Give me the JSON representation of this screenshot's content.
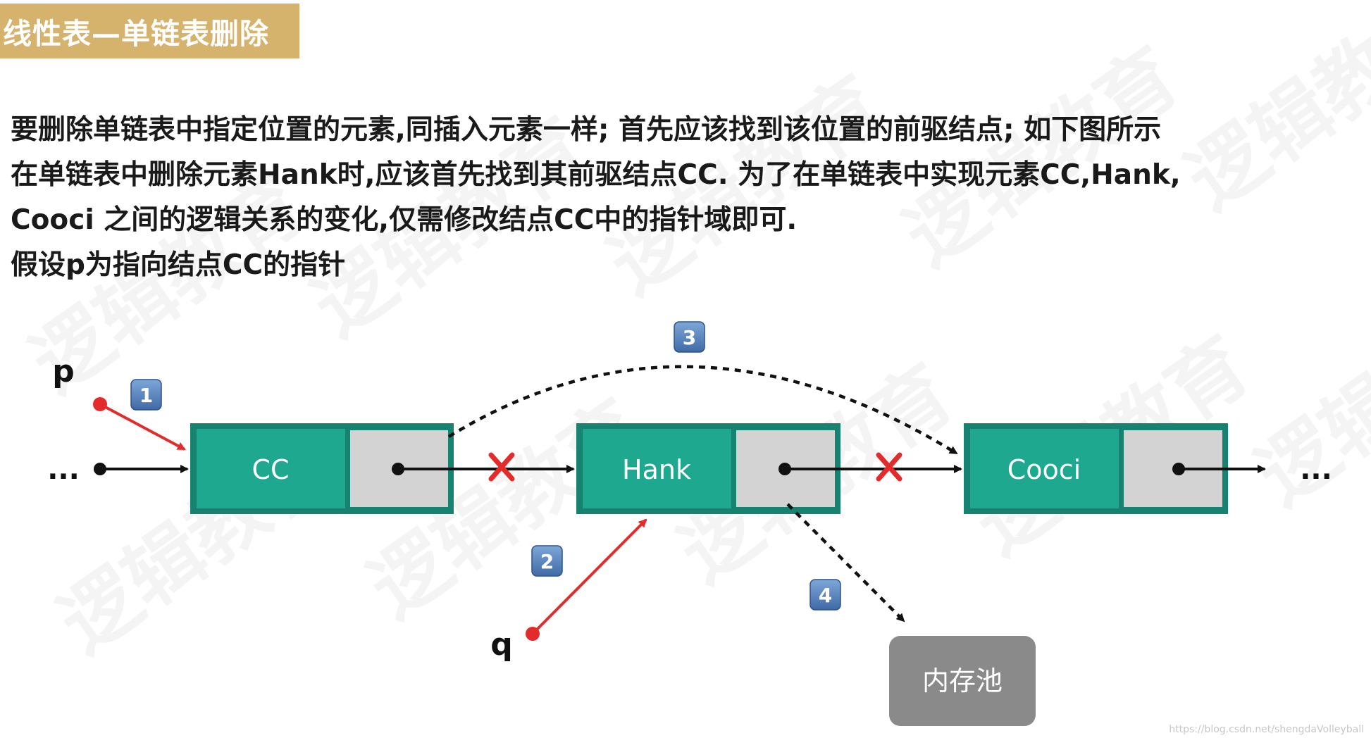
{
  "title": "线性表—单链表删除",
  "paragraph": [
    "要删除单链表中指定位置的元素,同插入元素一样; 首先应该找到该位置的前驱结点; 如下图所示",
    "在单链表中删除元素Hank时,应该首先找到其前驱结点CC. 为了在单链表中实现元素CC,Hank,",
    "Cooci 之间的逻辑关系的变化,仅需修改结点CC中的指针域即可.",
    "假设p为指向结点CC的指针"
  ],
  "diagram": {
    "nodes": [
      "CC",
      "Hank",
      "Cooci"
    ],
    "pointer_p": "p",
    "pointer_q": "q",
    "memory_pool": "内存池",
    "ellipsis_left": "...",
    "ellipsis_right": "...",
    "steps": [
      "1",
      "2",
      "3",
      "4"
    ]
  },
  "watermark_text": "逻辑教育",
  "credit": "https://blog.csdn.net/shengdaVolleyball",
  "colors": {
    "title_bg": "#d6b36d",
    "node_fill": "#1fa890",
    "node_border": "#16826f",
    "pointer_cell": "#d3d3d3",
    "red_arrow": "#e32b2b",
    "badge": "#4f7dbb",
    "pool": "#8a8a8a"
  }
}
